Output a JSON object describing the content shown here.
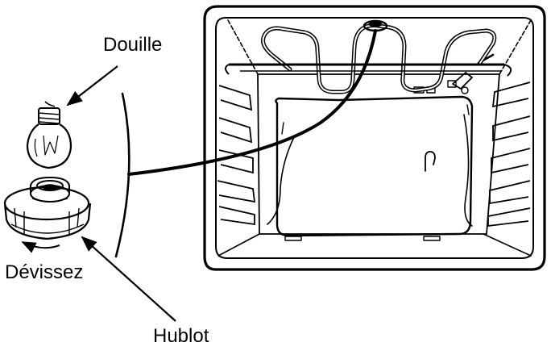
{
  "labels": {
    "socket": "Douille",
    "unscrew": "Dévissez",
    "porthole": "Hublot"
  },
  "colors": {
    "ink": "#000000",
    "paper": "#ffffff"
  },
  "icons": {
    "bulb": "light-bulb-icon",
    "lamp_cover": "lamp-cover-icon",
    "oven": "oven-cavity-icon",
    "rotation": "rotate-arrow-icon"
  }
}
